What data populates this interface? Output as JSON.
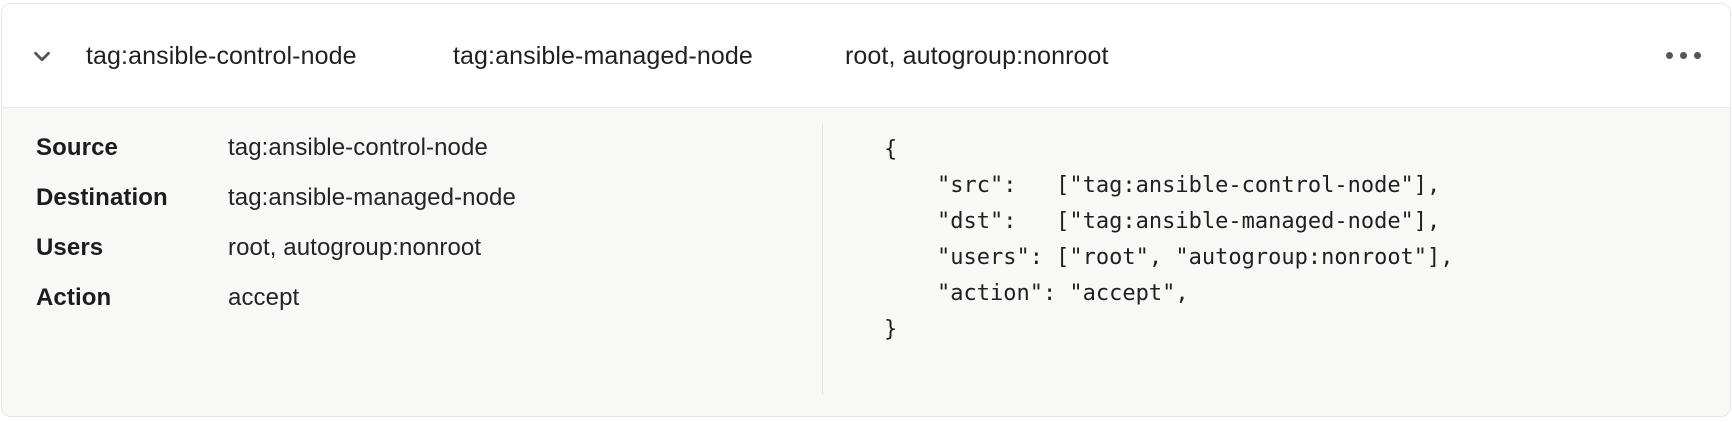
{
  "card": {
    "header": {
      "expand_icon": "chevron-down-icon",
      "menu_icon": "ellipsis-horizontal-icon",
      "source": "tag:ansible-control-node",
      "destination": "tag:ansible-managed-node",
      "users": "root, autogroup:nonroot"
    },
    "details": {
      "rows": [
        {
          "label": "Source",
          "value": "tag:ansible-control-node"
        },
        {
          "label": "Destination",
          "value": "tag:ansible-managed-node"
        },
        {
          "label": "Users",
          "value": "root, autogroup:nonroot"
        },
        {
          "label": "Action",
          "value": "accept"
        }
      ]
    },
    "code": {
      "language": "json",
      "text": "{\n    \"src\":   [\"tag:ansible-control-node\"],\n    \"dst\":   [\"tag:ansible-managed-node\"],\n    \"users\": [\"root\", \"autogroup:nonroot\"],\n    \"action\": \"accept\",\n}"
    }
  },
  "colors": {
    "card_background": "#ffffff",
    "body_background": "#f8f8f6",
    "border": "#e6e6e3",
    "divider": "#e3e3e0",
    "text": "#1f2022",
    "icon": "#55565a"
  }
}
